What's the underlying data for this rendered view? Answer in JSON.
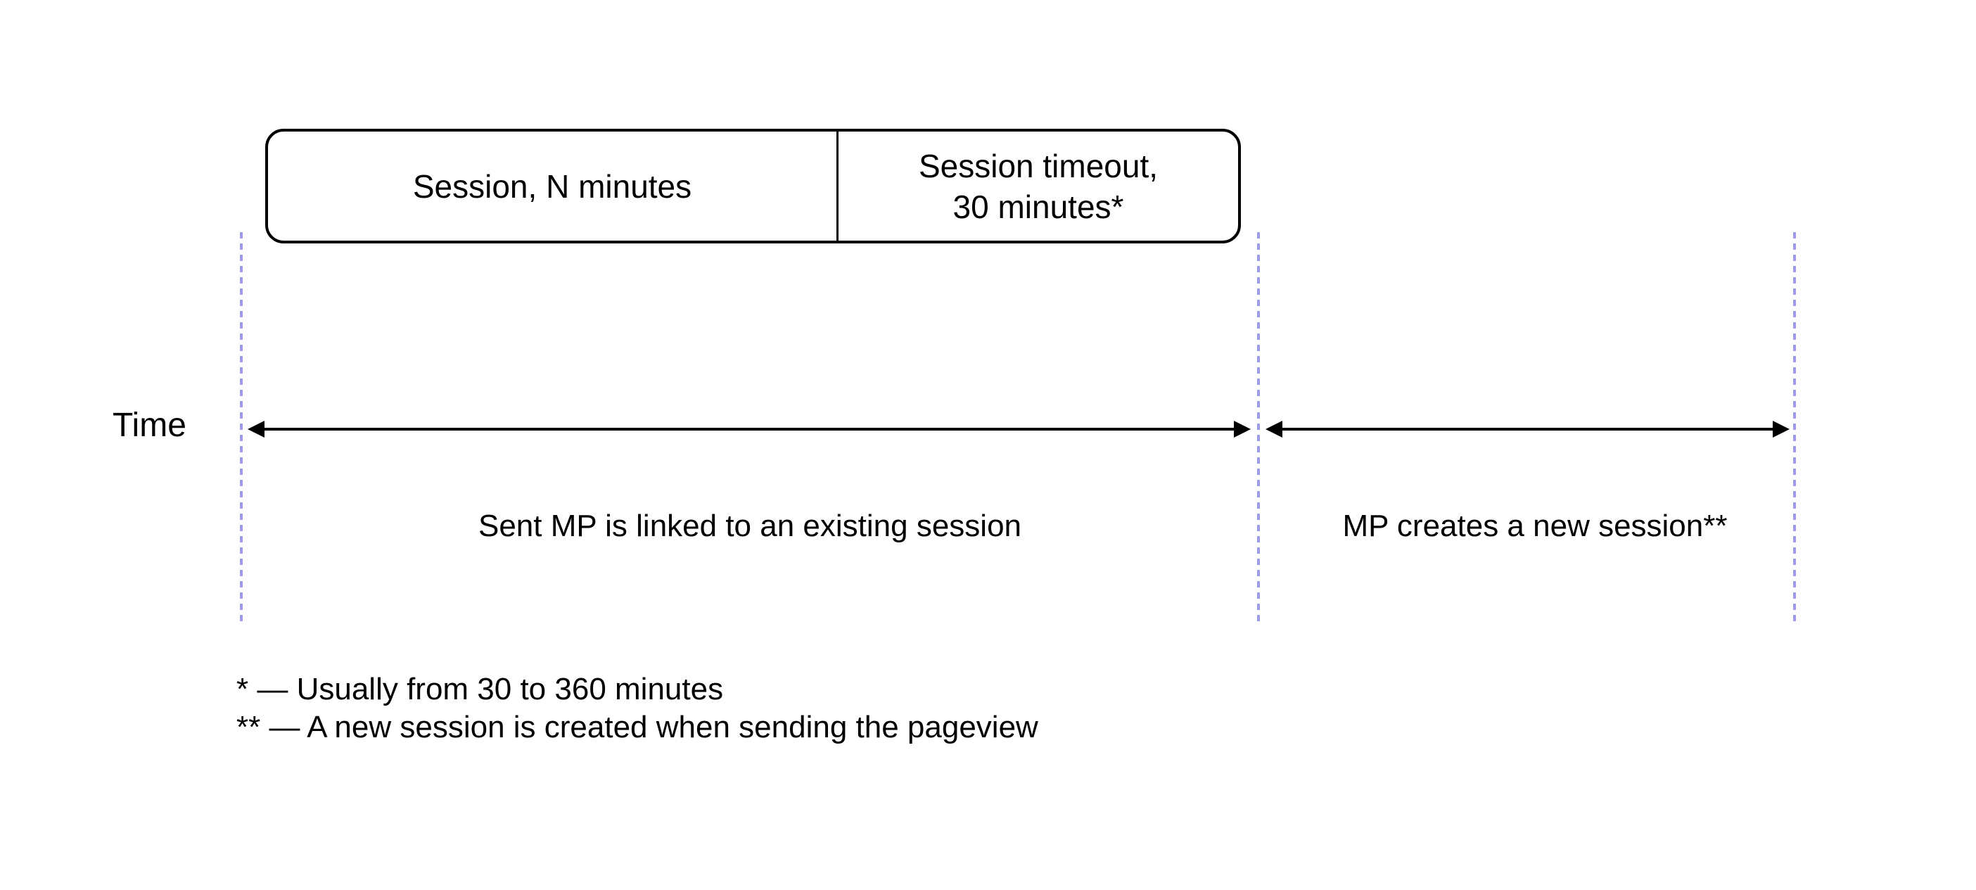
{
  "diagram": {
    "title_hidden": "",
    "colors": {
      "background": "#ffffff",
      "stroke": "#000000",
      "text": "#000000",
      "dashed_boundary": "#9c9ce8"
    },
    "session_box": {
      "cells": [
        {
          "lines": [
            "Session, N minutes"
          ]
        },
        {
          "lines": [
            "Session timeout,",
            "30 minutes*"
          ]
        }
      ]
    },
    "axis": {
      "label": "Time"
    },
    "segments": [
      {
        "label": "Sent MP is linked to an existing session"
      },
      {
        "label": "MP creates a new session**"
      }
    ],
    "footnotes": [
      "* — Usually from 30 to 360 minutes",
      "** — A new session is created when sending the pageview"
    ]
  }
}
